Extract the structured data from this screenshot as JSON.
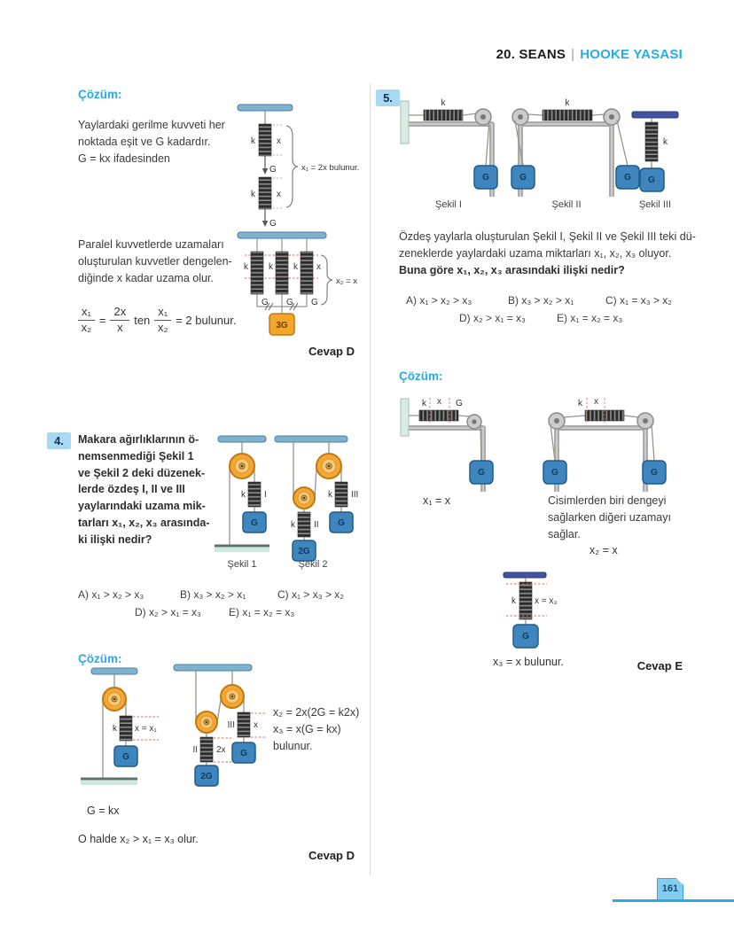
{
  "header": {
    "seans": "20. SEANS",
    "sep": "|",
    "topic": "HOOKE YASASI"
  },
  "footer": {
    "page": "161"
  },
  "left": {
    "sol_top": {
      "label": "Çözüm:",
      "p1": "Yaylardaki gerilme kuvveti her\nnoktada eşit ve G kadardır.\nG = kx ifadesinden",
      "d1": {
        "k1": "k",
        "x1": "x",
        "g1": "G",
        "k2": "k",
        "x2": "x",
        "g2": "G",
        "note": "x₁ = 2x bulunur."
      },
      "p2": "Paralel kuvvetlerde uzamaları\noluşturulan kuvvetler dengelen-\ndiğinde x kadar uzama olur.",
      "d2": {
        "k1": "k",
        "k2": "k",
        "k3": "k",
        "x": "x",
        "g1": "G",
        "g2": "G",
        "g3": "G",
        "w": "3G",
        "note": "x₂ = x"
      },
      "formula": {
        "f1n": "x₁",
        "f1d": "x₂",
        "eq1": "=",
        "f2n": "2x",
        "f2d": "x",
        "ten": "ten",
        "f3n": "x₁",
        "f3d": "x₂",
        "tail": "= 2 bulunur."
      },
      "answer": "Cevap D"
    },
    "q4": {
      "number": "4.",
      "text": "Makara ağırlıklarının ö-\nnemsenmediği Şekil 1\nve Şekil 2 deki düzenek-\nlerde özdeş I, II ve III\nyaylarındaki uzama mik-\ntarları x₁, x₂, x₃ arasında-\nki ilişki nedir?",
      "fig1": {
        "k": "k",
        "roman": "I",
        "g": "G",
        "caption": "Şekil 1"
      },
      "fig2": {
        "k2": "k",
        "roman2": "II",
        "w": "2G",
        "k3": "k",
        "roman3": "III",
        "g": "G",
        "caption": "Şekil 2"
      },
      "options": [
        "A) x₁ > x₂ > x₃",
        "B) x₃ > x₂ > x₁",
        "C) x₁ > x₃ > x₂",
        "D) x₂ > x₁ = x₃",
        "E) x₁ = x₂ = x₃"
      ]
    },
    "sol4": {
      "label": "Çözüm:",
      "d1": {
        "k": "k",
        "x": "x = x₁",
        "g": "G"
      },
      "d2": {
        "r3": "III",
        "x3": "x",
        "g": "G",
        "r2": "II",
        "x2": "2x",
        "w": "2G"
      },
      "lines": "x₂ = 2x(2G = k2x)\nx₃ = x(G = kx)\nbulunur.",
      "gkx": "G = kx",
      "conclusion": "O halde x₂ > x₁ = x₃ olur.",
      "answer": "Cevap D"
    }
  },
  "right": {
    "q5": {
      "number": "5.",
      "fig1": {
        "k": "k",
        "g": "G",
        "caption": "Şekil I"
      },
      "fig2": {
        "k": "k",
        "ga": "G",
        "gb": "G",
        "caption": "Şekil II"
      },
      "fig3": {
        "k": "k",
        "g": "G",
        "caption": "Şekil III"
      },
      "p1": "Özdeş yaylarla oluşturulan Şekil I, Şekil II ve Şekil III teki dü-\nzeneklerde yaylardaki uzama miktarları x₁, x₂, x₃ oluyor.",
      "p2": "Buna göre x₁, x₂, x₃ arasındaki ilişki nedir?",
      "options": [
        "A) x₁ > x₂ > x₃",
        "B) x₃ > x₂ > x₁",
        "C) x₁ = x₃ > x₂",
        "D) x₂ > x₁ = x₃",
        "E) x₁ = x₂ = x₃"
      ]
    },
    "sol5": {
      "label": "Çözüm:",
      "d1": {
        "k": "k",
        "x": "x",
        "g": "G",
        "box": "G",
        "result": "x₁ = x"
      },
      "d2": {
        "k": "k",
        "x": "x",
        "ga": "G",
        "gb": "G",
        "note": "Cisimlerden biri dengeyi\nsağlarken diğeri uzamayı\nsağlar.",
        "result": "x₂ = x"
      },
      "d3": {
        "k": "k",
        "x": "x = x₃",
        "g": "G",
        "result": "x₃ = x bulunur."
      },
      "answer": "Cevap E"
    }
  }
}
